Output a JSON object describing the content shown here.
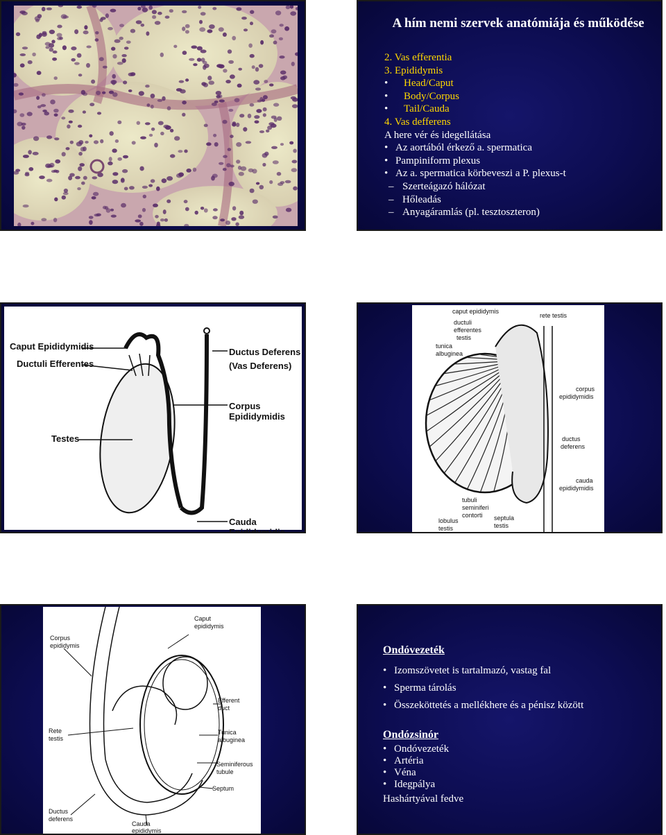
{
  "slide2": {
    "title": "A hím nemi szervek anatómiája és működése",
    "items": [
      {
        "text": "2. Vas efferentia",
        "style": "yel"
      },
      {
        "text": "3. Epididymis",
        "style": "yel"
      },
      {
        "text": "Head/Caput",
        "style": "yel-bul"
      },
      {
        "text": "Body/Corpus",
        "style": "yel-bul"
      },
      {
        "text": "Tail/Cauda",
        "style": "yel-bul"
      },
      {
        "text": "4. Vas defferens",
        "style": "yel"
      },
      {
        "text": "A here vér és idegellátása",
        "style": "wht-under"
      },
      {
        "text": "Az aortából érkező a. spermatica",
        "style": "wht-bul"
      },
      {
        "text": "Pampiniform plexus",
        "style": "wht-bul"
      },
      {
        "text": "Az a. spermatica körbeveszi a P. plexus-t",
        "style": "wht-bul"
      },
      {
        "text": "Szerteágazó hálózat",
        "style": "wht-dash"
      },
      {
        "text": "Hőleadás",
        "style": "wht-dash"
      },
      {
        "text": "Anyagáramlás (pl. tesztoszteron)",
        "style": "wht-dash"
      }
    ]
  },
  "slide3": {
    "labels": {
      "caput": "Caput Epididymidis",
      "ductuli": "Ductuli Efferentes",
      "ductus": "Ductus Deferens",
      "vas": "(Vas Deferens)",
      "corpus": "Corpus Epididymidis",
      "testes": "Testes",
      "cauda": "Cauda Epididymidis"
    }
  },
  "slide4": {
    "labels": {
      "caput": "caput epididymis",
      "ductuli": "ductuli",
      "efferentes": "efferentes",
      "testis": "testis",
      "rete": "rete testis",
      "tunica": "tunica",
      "albuginea": "albuginea",
      "corpus": "corpus",
      "corpus2": "epididymidis",
      "ductus": "ductus",
      "deferens": "deferens",
      "cauda": "cauda",
      "cauda2": "epididymidis",
      "tubuli": "tubuli",
      "seminiferi": "seminiferi",
      "contorti": "contorti",
      "septula": "septula",
      "septula2": "testis",
      "lobulus": "lobulus",
      "lobulus2": "testis"
    }
  },
  "slide5": {
    "labels": {
      "caput": "Caput",
      "caput2": "epididymis",
      "corpus": "Corpus",
      "corpus2": "epididymis",
      "efferent": "Efferent",
      "efferent2": "duct",
      "rete": "Rete",
      "rete2": "testis",
      "tunica": "Tunica",
      "tunica2": "albuginea",
      "semi": "Seminiferous",
      "semi2": "tubule",
      "septum": "Septum",
      "ductus": "Ductus",
      "ductus2": "deferens",
      "cauda": "Cauda",
      "cauda2": "epididymis"
    }
  },
  "slide6": {
    "heading1": "Ondóvezeték",
    "list1": [
      "Izomszövetet is tartalmazó, vastag fal",
      "Sperma tárolás",
      "Összeköttetés a mellékhere és a pénisz között"
    ],
    "heading2": "Ondózsinór",
    "list2": [
      "Ondóvezeték",
      "Artéria",
      "Véna",
      "Idegpálya"
    ],
    "footer": "Hashártyával fedve"
  },
  "colors": {
    "slide_bg": "#0d0d52",
    "yellow": "#ffd700",
    "white": "#ffffff"
  }
}
